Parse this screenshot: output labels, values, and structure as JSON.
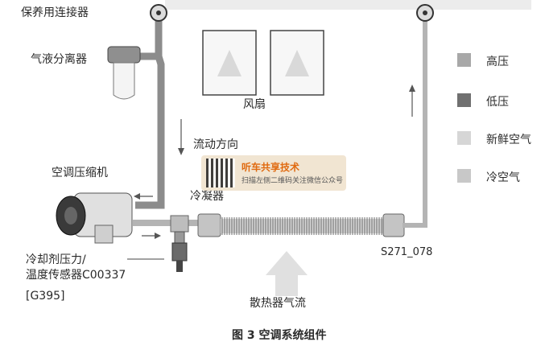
{
  "labels": {
    "connector": "保养用连接器",
    "separator": "气液分离器",
    "fan": "风扇",
    "flow_direction": "流动方向",
    "compressor": "空调压缩机",
    "condenser": "冷凝器",
    "sensor_line1": "冷却剂压力/",
    "sensor_line2": "温度传感器C00337",
    "sensor_line3": "[G395]",
    "radiator_airflow": "散热器气流",
    "part_code": "S271_078"
  },
  "legend": [
    {
      "label": "高压",
      "color": "#a8a8a8"
    },
    {
      "label": "低压",
      "color": "#707070"
    },
    {
      "label": "新鲜空气",
      "color": "#d6d6d6"
    },
    {
      "label": "冷空气",
      "color": "#c8c8c8"
    }
  ],
  "watermark": {
    "title": "听车共享技术",
    "subtitle": "扫描左侧二维码关注微信公众号"
  },
  "caption": "图 3   空调系统组件"
}
